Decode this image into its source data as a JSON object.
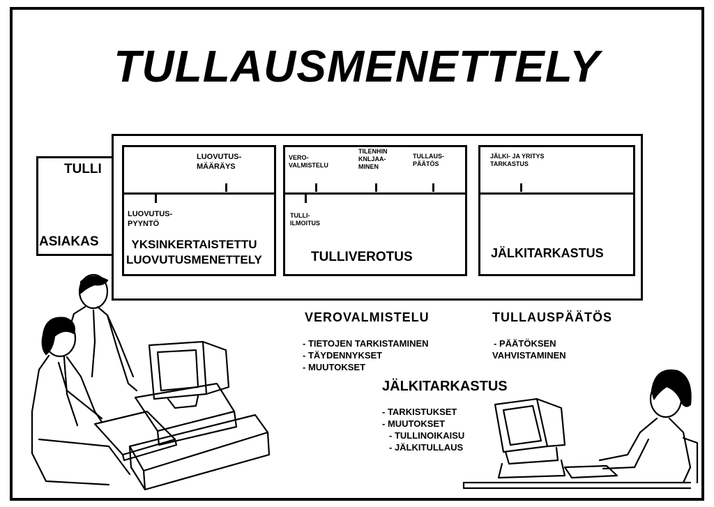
{
  "title": "TULLAUSMENETTELY",
  "tabs": {
    "tulli": "TULLI",
    "asiakas": "ASIAKAS"
  },
  "panel1": {
    "top_label": "LUOVUTUS-\nMÄÄRÄYS",
    "bottom_label": "LUOVUTUS-\nPYYNTÖ",
    "name": "YKSINKERTAISTETTU\nLUOVUTUSMENETTELY"
  },
  "panel2": {
    "top_label_1": "VERO-\nVALMISTELU",
    "top_label_2": "TILENHIN\nKNLJAA-\nMINEN",
    "top_label_3": "TULLAUS-\nPÄÄTÖS",
    "bottom_label": "TULLI-\nILMOITUS",
    "name": "TULLIVEROTUS"
  },
  "panel3": {
    "top_label": "JÄLKI- JA YRITYS\nTARKASTUS",
    "name": "JÄLKITARKASTUS"
  },
  "verovalmistelu": {
    "heading": "VEROVALMISTELU",
    "items": [
      "- TIETOJEN TARKISTAMINEN",
      "- TÄYDENNYKSET",
      "- MUUTOKSET"
    ]
  },
  "tullauspaatos": {
    "heading": "TULLAUSPÄÄTÖS",
    "items": [
      "- PÄÄTÖKSEN",
      "VAHVISTAMINEN"
    ]
  },
  "jalkitarkastus": {
    "heading": "JÄLKITARKASTUS",
    "items": [
      "- TARKISTUKSET",
      "- MUUTOKSET",
      "- TULLINOIKAISU",
      "- JÄLKITULLAUS"
    ]
  }
}
